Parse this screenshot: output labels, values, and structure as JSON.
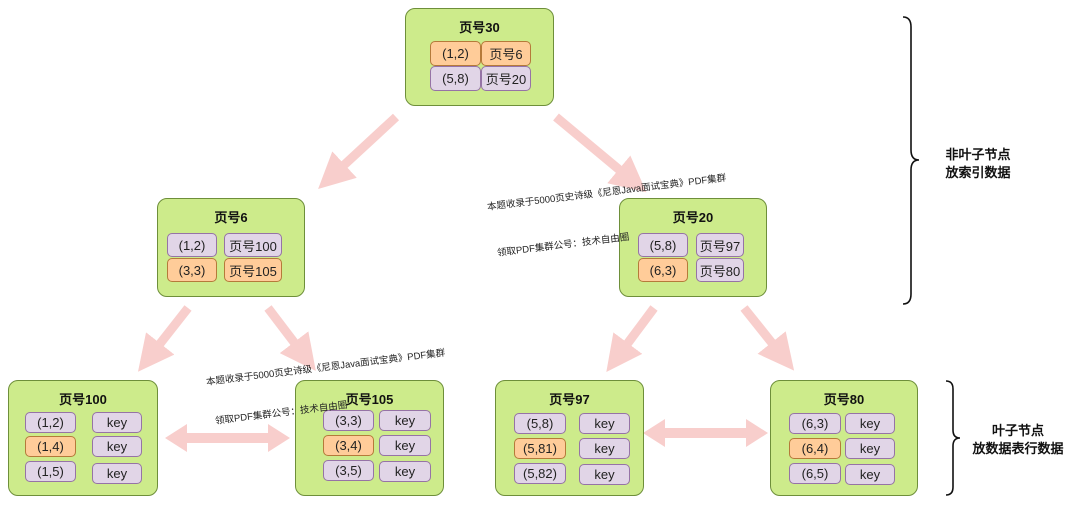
{
  "nodes": {
    "p30": {
      "title": "页号30",
      "r1": [
        "(1,2)",
        "页号6"
      ],
      "r2": [
        "(5,8)",
        "页号20"
      ]
    },
    "p6": {
      "title": "页号6",
      "r1": [
        "(1,2)",
        "页号100"
      ],
      "r2": [
        "(3,3)",
        "页号105"
      ]
    },
    "p20": {
      "title": "页号20",
      "r1": [
        "(5,8)",
        "页号97"
      ],
      "r2": [
        "(6,3)",
        "页号80"
      ]
    },
    "p100": {
      "title": "页号100",
      "k": [
        "(1,2)",
        "(1,4)",
        "(1,5)"
      ]
    },
    "p105": {
      "title": "页号105",
      "k": [
        "(3,3)",
        "(3,4)",
        "(3,5)"
      ]
    },
    "p97": {
      "title": "页号97",
      "k": [
        "(5,8)",
        "(5,81)",
        "(5,82)"
      ]
    },
    "p80": {
      "title": "页号80",
      "k": [
        "(6,3)",
        "(6,4)",
        "(6,5)"
      ]
    }
  },
  "key_label": "key",
  "labels": {
    "nonleaf_1": "非叶子节点",
    "nonleaf_2": "放索引数据",
    "leaf_1": "叶子节点",
    "leaf_2": "放数据表行数据"
  },
  "watermark": {
    "line1": "本题收录于5000页史诗级《尼恩Java面试宝典》PDF集群",
    "line2": "领取PDF集群公号：技术自由圈"
  },
  "colors": {
    "node": "#cdeb8b",
    "highlight": "#ffcc99",
    "cell": "#e1d5e7",
    "arrow": "#f8cecc"
  }
}
